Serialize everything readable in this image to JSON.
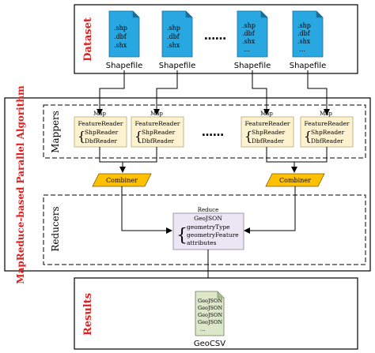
{
  "dataset": {
    "label": "Dataset",
    "files": [
      {
        "lines": [
          ".shp",
          ".dbf",
          ".shx"
        ],
        "caption": "Shapefile"
      },
      {
        "lines": [
          ".shp",
          ".dbf",
          ".shx"
        ],
        "caption": "Shapefile"
      },
      {
        "lines": [
          ".shp",
          ".dbf",
          ".shx",
          "…"
        ],
        "caption": "Shapefile"
      },
      {
        "lines": [
          ".shp",
          ".dbf",
          ".shx",
          "…"
        ],
        "caption": "Shapefile"
      }
    ],
    "ellipsis": "……"
  },
  "algorithm": {
    "label": "MapReduce-based Parallel Algorithm",
    "mappers_label": "Mappers",
    "reducers_label": "Reducers",
    "map_label": "Map",
    "mappers": [
      {
        "title": "FeatureReader",
        "items": [
          "ShpReader",
          "DbfReader"
        ]
      },
      {
        "title": "FeatureReader",
        "items": [
          "ShpReader",
          "DbfReader"
        ]
      },
      {
        "title": "FeatureReader",
        "items": [
          "ShpReader",
          "DbfReader"
        ]
      },
      {
        "title": "FeatureReader",
        "items": [
          "ShpReader",
          "DbfReader"
        ]
      }
    ],
    "mapper_ellipsis": "……",
    "combiner_label": "Combiner",
    "reduce": {
      "title": "Reduce",
      "subtitle": "GeoJSON",
      "items": [
        "geometryType",
        "geometryFeature",
        "attributes"
      ]
    }
  },
  "results": {
    "label": "Results",
    "doc_lines": [
      "GeoJSON",
      "GeoJSON",
      "GeoJSON",
      "GeoJSON",
      "…"
    ],
    "caption": "GeoCSV"
  },
  "colors": {
    "file_fill": "#29a7e1",
    "mapper_fill": "#fdf2cf",
    "combiner_fill": "#ffc000",
    "reduce_fill": "#ebe6f3",
    "result_fill": "#dbe7c8",
    "label_red": "#e41e1e"
  }
}
